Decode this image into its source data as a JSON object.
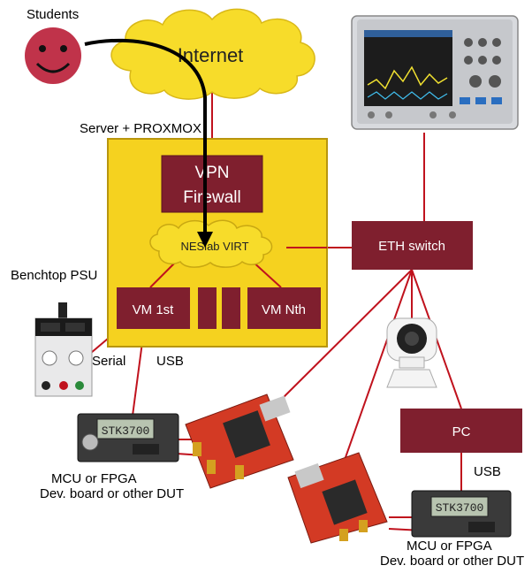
{
  "labels": {
    "students": "Students",
    "internet": "Internet",
    "server": "Server + PROXMOX",
    "vpn_line1": "VPN",
    "vpn_line2": "Firewall",
    "virt": "NESlab VIRT",
    "eth_switch": "ETH switch",
    "benchtop": "Benchtop PSU",
    "vm_first": "VM 1st",
    "vm_nth": "VM Nth",
    "serial": "Serial",
    "usb_left": "USB",
    "usb_right": "USB",
    "pc": "PC",
    "dut_left_1": "MCU or FPGA",
    "dut_left_2": "Dev. board or other DUT",
    "dut_right_1": "MCU or FPGA",
    "dut_right_2": "Dev. board or other DUT",
    "board_display_left": "STK3700",
    "board_display_right": "STK3700"
  },
  "colors": {
    "maroon": "#7f1f2e",
    "server_yellow": "#f5d21f",
    "cloud_yellow": "#f7dc2a",
    "link_red": "#c0121d",
    "arrow_black": "#000000",
    "smiley": "#c0334a"
  },
  "icons": {
    "students": "smiley-face-icon",
    "oscilloscope": "oscilloscope-icon",
    "camera": "ip-camera-icon",
    "psu": "benchtop-psu-icon"
  }
}
